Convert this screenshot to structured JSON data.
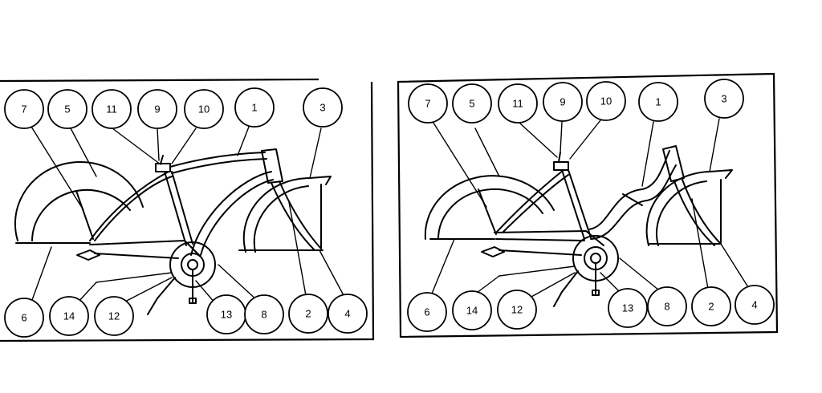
{
  "colors": {
    "ink": "#000000",
    "paper": "#ffffff"
  },
  "panels": [
    {
      "id": "boys-frame",
      "top_labels": [
        "7",
        "5",
        "11",
        "9",
        "10",
        "1",
        "3"
      ],
      "bottom_labels": [
        "6",
        "14",
        "12",
        "13",
        "8",
        "2",
        "4"
      ]
    },
    {
      "id": "girls-frame",
      "top_labels": [
        "7",
        "5",
        "11",
        "9",
        "10",
        "1",
        "3"
      ],
      "bottom_labels": [
        "6",
        "14",
        "12",
        "13",
        "8",
        "2",
        "4"
      ]
    }
  ]
}
